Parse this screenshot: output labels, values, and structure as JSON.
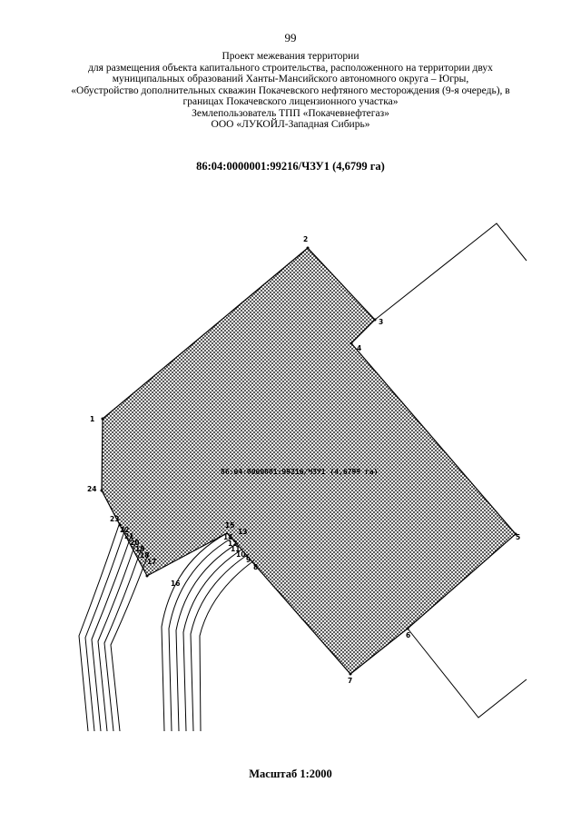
{
  "page_number": "99",
  "header": {
    "lines": [
      "Проект межевания территории",
      "для размещения объекта капитального строительства, расположенного на территории двух",
      "муниципальных образований Ханты-Мансийского автономного округа – Югры,",
      "«Обустройство дополнительных скважин Покачевского нефтяного месторождения (9-я очередь), в",
      "границах Покачевского лицензионного участка»",
      "Землепользователь ТПП «Покачевнефтегаз»",
      "ООО «ЛУКОЙЛ-Западная Сибирь»"
    ]
  },
  "parcel_title": "86:04:0000001:99216/ЧЗУ1 (4,6799 га)",
  "map": {
    "plot_label": "86:04:0000001:99216/ЧЗУ1 (4,6799 га)",
    "points": [
      "1",
      "2",
      "3",
      "4",
      "5",
      "6",
      "7",
      "8",
      "9",
      "10",
      "11",
      "12",
      "13",
      "14",
      "15",
      "16",
      "17",
      "18",
      "19",
      "20",
      "21",
      "22",
      "23",
      "24"
    ]
  },
  "scale": "Масштаб 1:2000"
}
